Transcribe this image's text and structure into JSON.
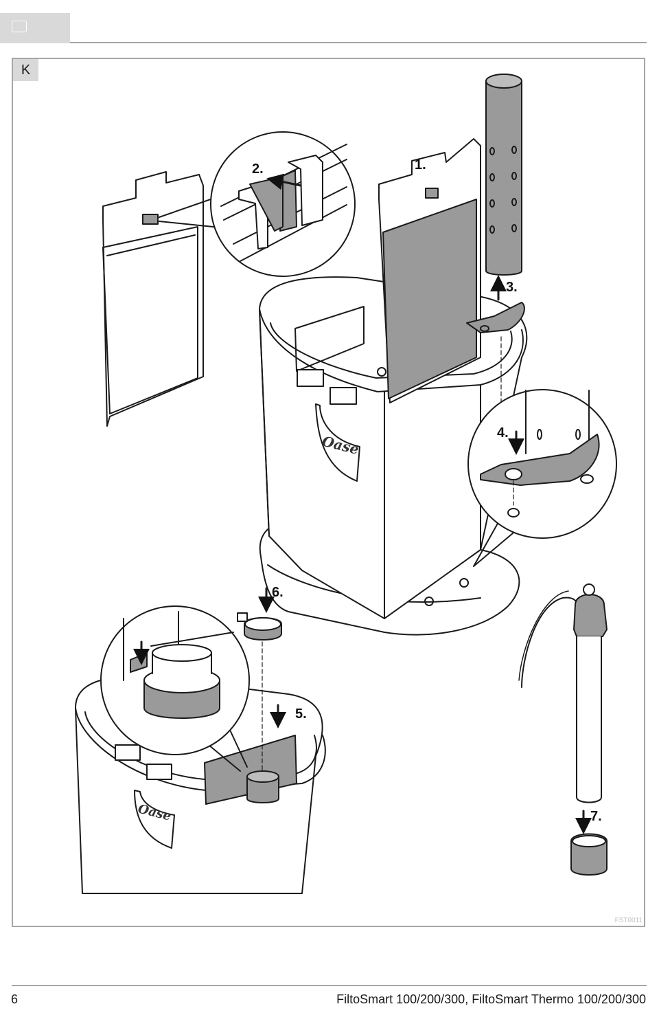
{
  "header": {
    "tab_icon": "rounded-rectangle-icon"
  },
  "section": {
    "letter": "K"
  },
  "figure": {
    "steps": [
      "1.",
      "2.",
      "3.",
      "4.",
      "5.",
      "6.",
      "7."
    ],
    "brand_logo": "Oase",
    "code": "FST0011",
    "colors": {
      "part_fill": "#9a9a9a",
      "line": "#1a1a1a",
      "frame": "#a6a6a6",
      "tab": "#d9d9d9"
    }
  },
  "footer": {
    "page_number": "6",
    "document_title": "FiltoSmart 100/200/300, FiltoSmart Thermo 100/200/300"
  }
}
